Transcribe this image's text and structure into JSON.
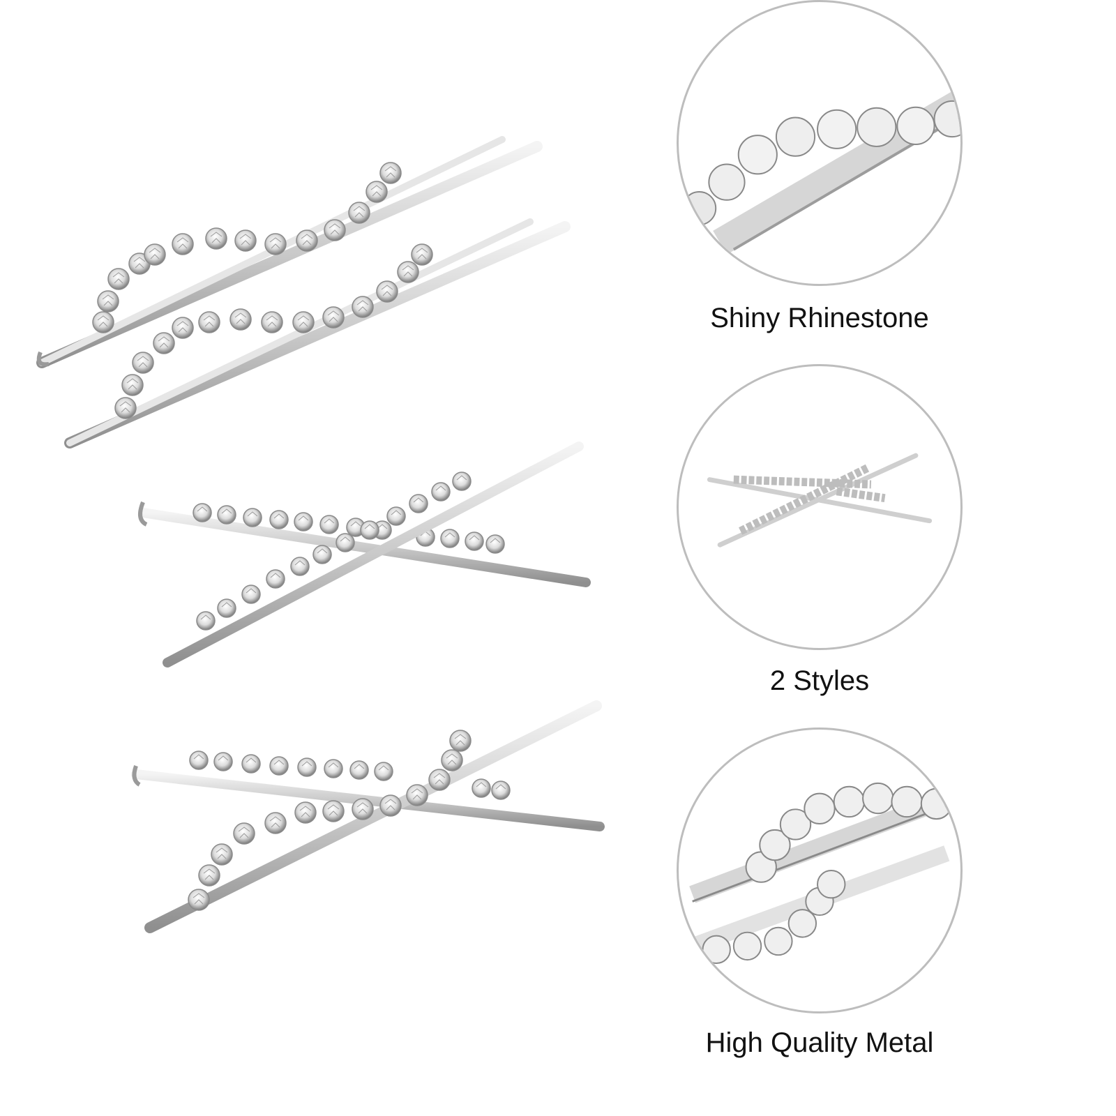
{
  "image": {
    "background": "#ffffff",
    "subject": "rhinestone bobby pins",
    "metal_color": "#d9d9d9",
    "circle_stroke_color": "#bdbdbd",
    "caption_color": "#111111"
  },
  "main_product_groups": [
    {
      "name": "wave-style-pair",
      "style": "wave"
    },
    {
      "name": "cross-style-pair",
      "style": "straight-cross"
    },
    {
      "name": "mixed-cross-pair",
      "style": "wave-cross"
    }
  ],
  "features": [
    {
      "caption": "Shiny Rhinestone",
      "detail": "close-up of rhinestones on wave pin"
    },
    {
      "caption": "2 Styles",
      "detail": "crossed straight rhinestone pins"
    },
    {
      "caption": "High Quality Metal",
      "detail": "close-up of metal pin ends"
    }
  ]
}
